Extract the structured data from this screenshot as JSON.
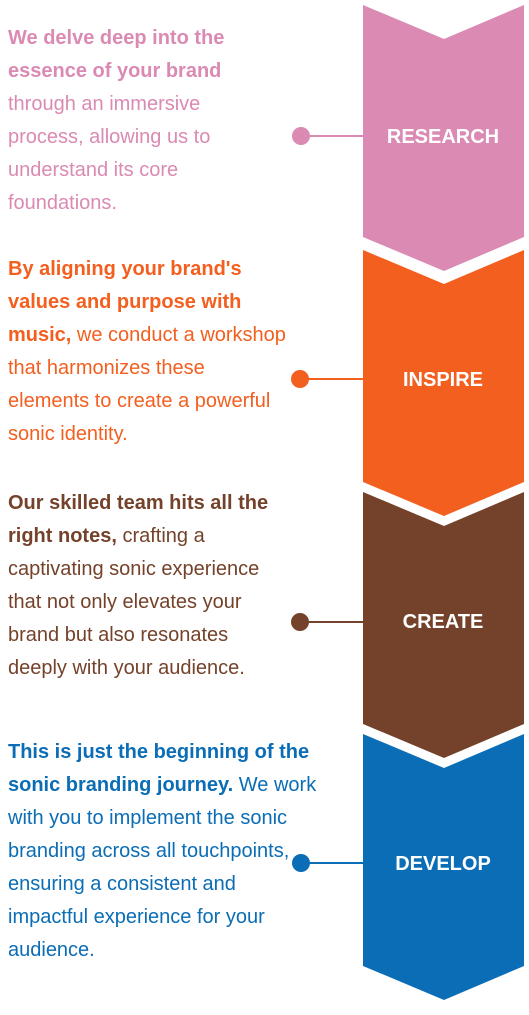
{
  "steps": [
    {
      "label": "RESEARCH",
      "color": "#da8ab3",
      "bold_text": "We delve deep into the essence of your brand",
      "text": "through an immersive process, allowing us to understand its core foundations."
    },
    {
      "label": "INSPIRE",
      "color": "#f25f1f",
      "bold_text": "By aligning your brand's values and purpose with music,",
      "text": "we conduct a workshop that harmonizes these elements to create a powerful sonic identity."
    },
    {
      "label": "CREATE",
      "color": "#74422a",
      "bold_text": "Our skilled team hits all the right notes,",
      "text": "crafting a captivating sonic experience that not only elevates your brand but also resonates deeply with your audience."
    },
    {
      "label": "DEVELOP",
      "color": "#0a6db5",
      "bold_text": "This is just the beginning of the sonic branding journey.",
      "text": "We work with you to implement the sonic branding across all touchpoints, ensuring a consistent and impactful experience for your audience."
    }
  ]
}
